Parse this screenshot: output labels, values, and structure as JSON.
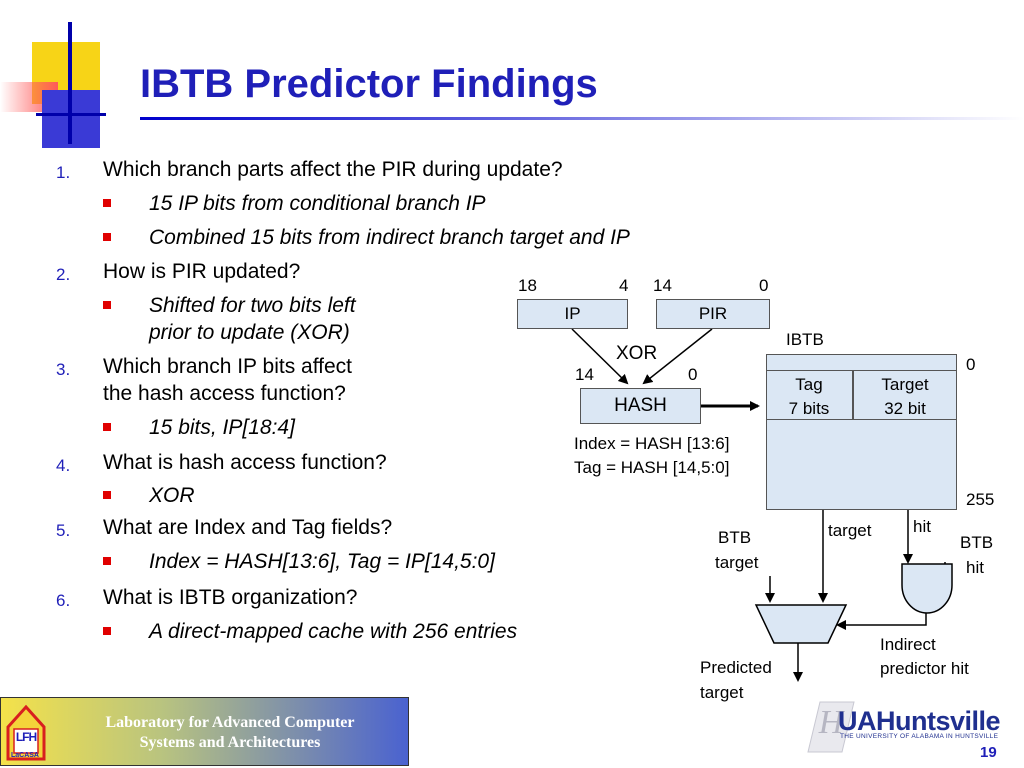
{
  "slide": {
    "title": "IBTB Predictor Findings",
    "page_number": "19",
    "items": [
      {
        "num": "1.",
        "text": "Which branch parts affect the PIR during update?",
        "bullets": [
          "15 IP bits from conditional branch IP",
          "Combined 15 bits from indirect branch target and IP"
        ]
      },
      {
        "num": "2.",
        "text": "How is PIR updated?",
        "bullets": [
          "Shifted for two bits left",
          "prior to update (XOR)"
        ]
      },
      {
        "num": "3.",
        "text": "Which branch IP bits affect",
        "text2": "the hash access function?",
        "bullets": [
          "15 bits, IP[18:4]"
        ]
      },
      {
        "num": "4.",
        "text": "What is hash access function?",
        "bullets": [
          "XOR"
        ]
      },
      {
        "num": "5.",
        "text": "What are Index and Tag fields?",
        "bullets": [
          "Index = HASH[13:6], Tag = IP[14,5:0]"
        ]
      },
      {
        "num": "6.",
        "text": "What is IBTB organization?",
        "bullets": [
          "A direct-mapped cache with 256 entries"
        ]
      }
    ]
  },
  "diagram": {
    "ip_box": "IP",
    "pir_box": "PIR",
    "ip_hi": "18",
    "ip_lo": "4",
    "pir_hi": "14",
    "pir_lo": "0",
    "xor": "XOR",
    "hash_hi": "14",
    "hash_lo": "0",
    "hash_box": "HASH",
    "index_eq": "Index = HASH [13:6]",
    "tag_eq": "Tag = HASH [14,5:0]",
    "ibtb_label": "IBTB",
    "row_first": "0",
    "row_last": "255",
    "tag_col_1": "Tag",
    "tag_col_2": "7 bits",
    "target_col_1": "Target",
    "target_col_2": "32 bit",
    "btb_target_1": "BTB",
    "btb_target_2": "target",
    "target_label": "target",
    "hit_label": "hit",
    "btb_hit_1": "BTB",
    "btb_hit_2": "hit",
    "predicted_1": "Predicted",
    "predicted_2": "target",
    "indirect_1": "Indirect",
    "indirect_2": "predictor hit"
  },
  "footer": {
    "lab_line1": "Laboratory for Advanced Computer",
    "lab_line2": "Systems and Architectures",
    "lab_logo": "LaCASA",
    "lab_logo_letters": "LFH",
    "uah_name": "UAHuntsville",
    "uah_subtitle": "THE UNIVERSITY OF ALABAMA IN HUNTSVILLE",
    "uah_monogram": "H"
  },
  "colors": {
    "title": "#1f1fb8",
    "bullet": "#e00000",
    "box_fill": "#dbe7f4"
  }
}
